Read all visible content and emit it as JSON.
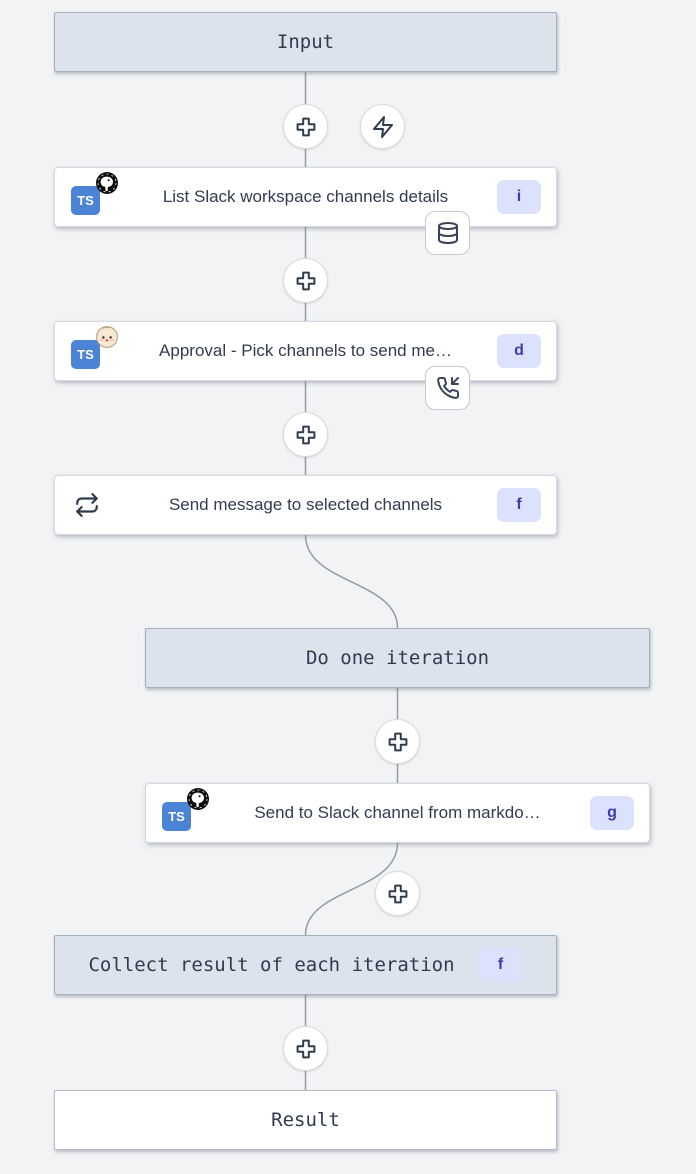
{
  "theme": {
    "canvas_bg": "#f1f3f5",
    "box_bg": "#dde3ec",
    "box_border": "#a4aebc",
    "node_text": "#2e3b50",
    "badge_bg": "#dce2fc",
    "badge_text": "#3e3ab8",
    "edge_color": "#959ba4",
    "ts_blue": "#4b84d4"
  },
  "ui": {
    "ts_label": "TS"
  },
  "nodes": {
    "input": {
      "label": "Input"
    },
    "list_channels": {
      "title": "List Slack workspace channels details",
      "badge": "i",
      "lang_icon": "typescript-icon",
      "runtime_icon": "deno-icon",
      "attachment_icon": "database-icon"
    },
    "approval": {
      "title": "Approval - Pick channels to send me…",
      "badge": "d",
      "lang_icon": "typescript-icon",
      "runtime_icon": "bun-icon",
      "attachment_icon": "phone-incoming-icon"
    },
    "forloop": {
      "title": "Send message to selected channels",
      "badge": "f",
      "icon": "repeat-icon"
    },
    "iteration": {
      "label": "Do one iteration"
    },
    "send_markdown": {
      "title": "Send to Slack channel from markdo…",
      "badge": "g",
      "lang_icon": "typescript-icon",
      "runtime_icon": "deno-icon"
    },
    "collect": {
      "label": "Collect result of each iteration",
      "badge": "f"
    },
    "result": {
      "label": "Result"
    }
  },
  "buttons": {
    "add_step": "plus-icon",
    "trigger": "zap-icon"
  }
}
